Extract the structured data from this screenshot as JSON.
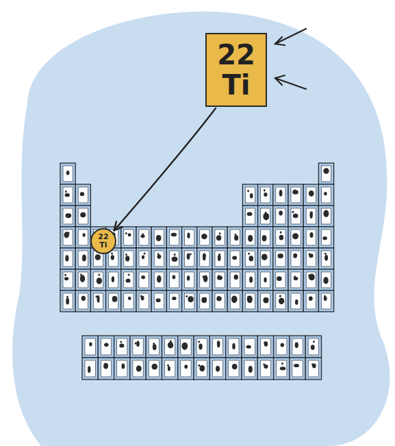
{
  "diagram": {
    "nodes": [
      {
        "text": [
          "22",
          "Ti"
        ]
      },
      {
        "text": [
          "22",
          "Ti"
        ]
      }
    ],
    "edges": [
      {
        "from": 0,
        "to": 1,
        "arrow": "to"
      }
    ]
  }
}
